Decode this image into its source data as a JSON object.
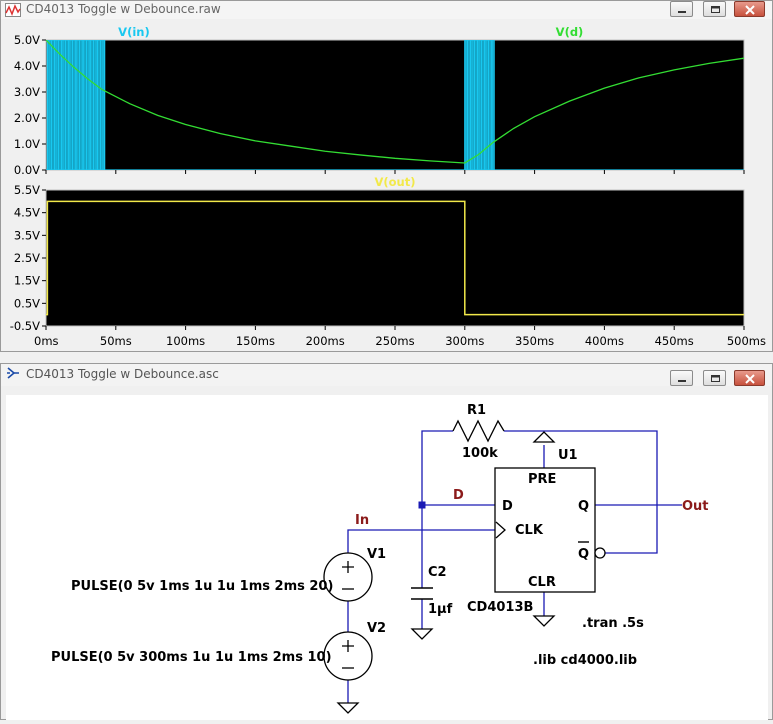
{
  "waveform_window": {
    "title": "CD4013 Toggle w Debounce.raw",
    "pane1": {
      "traces": [
        {
          "name": "V(in)",
          "color": "#19c8f0"
        },
        {
          "name": "V(d)",
          "color": "#33dd33"
        }
      ],
      "y_ticks": [
        "5.0V",
        "4.0V",
        "3.0V",
        "2.0V",
        "1.0V",
        "0.0V"
      ]
    },
    "pane2": {
      "traces": [
        {
          "name": "V(out)",
          "color": "#f2e94a"
        }
      ],
      "y_ticks": [
        "5.5V",
        "4.5V",
        "3.5V",
        "2.5V",
        "1.5V",
        "0.5V",
        "-0.5V"
      ]
    },
    "x_ticks": [
      "0ms",
      "50ms",
      "100ms",
      "150ms",
      "200ms",
      "250ms",
      "300ms",
      "350ms",
      "400ms",
      "450ms",
      "500ms"
    ],
    "background": "#000000",
    "grid_color": "#7f7f7f"
  },
  "chart_data": [
    {
      "type": "line",
      "series": [
        {
          "name": "V(in)",
          "x_ms": [
            1,
            41,
            300,
            320
          ],
          "y": [
            5.0,
            5.0,
            5.0,
            5.0
          ],
          "note_pulse_bursts_ms": [
            [
              1,
              41
            ],
            [
              300,
              320
            ]
          ]
        },
        {
          "name": "V(d)",
          "x": [
            0,
            10,
            20,
            30,
            40,
            60,
            80,
            100,
            125,
            150,
            175,
            200,
            225,
            250,
            275,
            300,
            310,
            320,
            335,
            350,
            375,
            400,
            425,
            450,
            475,
            500
          ],
          "y": [
            5.0,
            4.45,
            3.95,
            3.5,
            3.1,
            2.55,
            2.1,
            1.75,
            1.4,
            1.12,
            0.92,
            0.72,
            0.58,
            0.45,
            0.35,
            0.27,
            0.6,
            1.05,
            1.6,
            2.05,
            2.65,
            3.15,
            3.55,
            3.85,
            4.1,
            4.3
          ]
        }
      ],
      "xlim": [
        0,
        500
      ],
      "ylim": [
        0,
        5
      ]
    },
    {
      "type": "line",
      "series": [
        {
          "name": "V(out)",
          "x": [
            0,
            1,
            1,
            300,
            300,
            500
          ],
          "y": [
            0,
            0,
            5.0,
            5.0,
            0,
            0
          ]
        }
      ],
      "xlim": [
        0,
        500
      ],
      "ylim": [
        -0.5,
        5.5
      ]
    }
  ],
  "schematic_window": {
    "title": "CD4013 Toggle w Debounce.asc",
    "components": {
      "R1": {
        "ref": "R1",
        "value": "100k"
      },
      "C2": {
        "ref": "C2",
        "value": "1µf"
      },
      "V1": {
        "ref": "V1",
        "value": "PULSE(0 5v 1ms 1u 1u 1ms 2ms 20)"
      },
      "V2": {
        "ref": "V2",
        "value": "PULSE(0 5v 300ms 1u 1u 1ms 2ms 10)"
      },
      "U1": {
        "ref": "U1",
        "value": "CD4013B",
        "pins": {
          "pre": "PRE",
          "d": "D",
          "clk": "CLK",
          "q": "Q",
          "qbar": "Q",
          "clr": "CLR"
        }
      }
    },
    "net_labels": {
      "in": "In",
      "d": "D",
      "out": "Out"
    },
    "directives": [
      ".tran .5s",
      ".lib cd4000.lib"
    ],
    "wire_color": "#1a1ab4",
    "label_color": "#8b1a1a"
  }
}
